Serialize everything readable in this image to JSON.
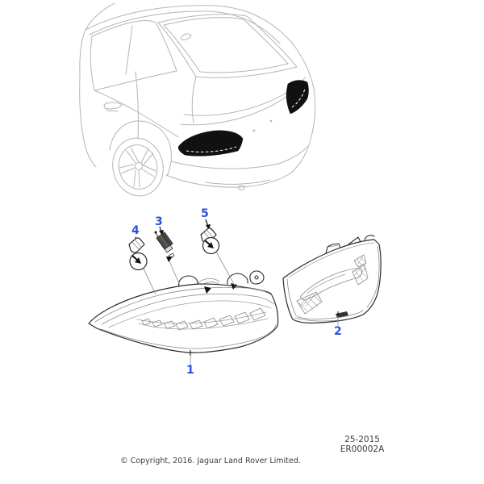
{
  "diagram": {
    "callouts": [
      {
        "label": "1"
      },
      {
        "label": "2"
      },
      {
        "label": "3"
      },
      {
        "label": "4"
      },
      {
        "label": "5"
      }
    ],
    "drawing_ref": {
      "line1": "25-2015",
      "line2": "ER00002A"
    },
    "footer": {
      "copyright": "© Copyright, 2016. Jaguar Land Rover Limited."
    },
    "colors": {
      "callout": "#2a50e2",
      "carLine": "#b5b5b5",
      "partLine": "#2b2b2b",
      "leader": "#999999",
      "text": "#3c3c3c"
    }
  }
}
